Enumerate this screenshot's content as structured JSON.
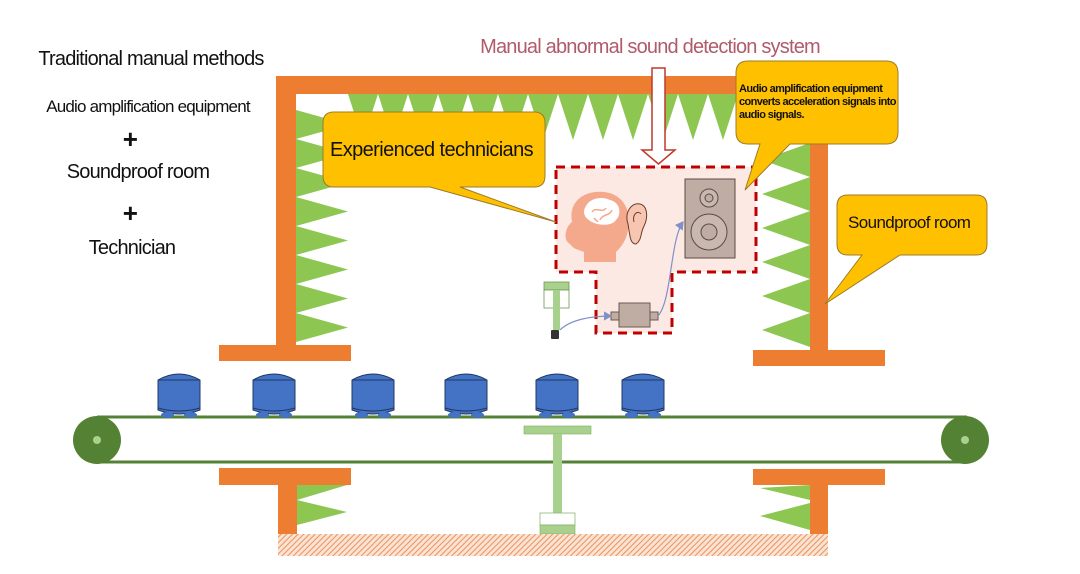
{
  "diagram": {
    "title": "Manual abnormal sound detection system",
    "title_color": "#b05a6a",
    "legend": {
      "heading": "Traditional manual methods",
      "items": [
        "Audio amplification equipment",
        "Soundproof room",
        "Technician"
      ],
      "separator": "+"
    },
    "callouts": {
      "technicians": "Experienced technicians",
      "amplifier": "Audio amplification equipment converts acceleration signals into audio signals.",
      "soundproof_room": "Soundproof room"
    },
    "components": [
      "soundproof-room-walls",
      "sound-absorbing-wedges",
      "technician-head-brain-icon",
      "ear-icon",
      "speaker-icon",
      "audio-amplifier",
      "accelerometer-sensor",
      "conveyor-belt",
      "conveyor-pulley",
      "product-cans",
      "support-stand",
      "floor"
    ],
    "product_count": 6,
    "colors": {
      "wall": "#ed7d31",
      "wedge": "#8dc751",
      "callout_fill": "#ffc000",
      "callout_border": "#9c7c2a",
      "dashed_border": "#c00000",
      "dashed_fill": "#fde9e3",
      "belt": "#548235",
      "pulley_center": "#a9d18e",
      "can": "#4472c4",
      "can_outline": "#1f3864",
      "stand": "#a9d18e",
      "device": "#bfada3",
      "head": "#f4a98c",
      "legend_text": "#111111"
    }
  }
}
